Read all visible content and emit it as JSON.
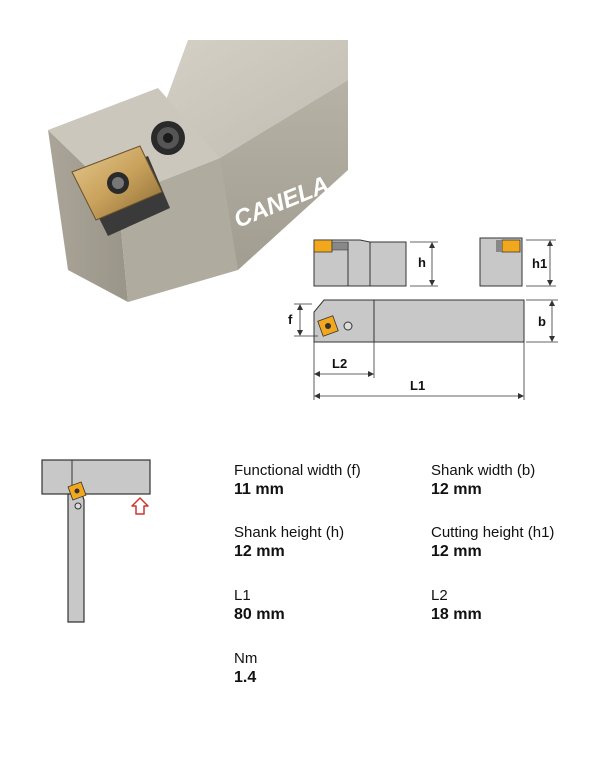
{
  "photo": {
    "brand": "CANELA"
  },
  "drawing": {
    "label_h": "h",
    "label_h1": "h1",
    "label_f": "f",
    "label_b": "b",
    "label_l2": "L2",
    "label_l1": "L1"
  },
  "specs": [
    {
      "label": "Functional width (f)",
      "value": "11 mm"
    },
    {
      "label": "Shank width (b)",
      "value": "12 mm"
    },
    {
      "label": "Shank height (h)",
      "value": "12 mm"
    },
    {
      "label": "Cutting height (h1)",
      "value": "12 mm"
    },
    {
      "label": "L1",
      "value": "80 mm"
    },
    {
      "label": "L2",
      "value": "18 mm"
    },
    {
      "label": "Nm",
      "value": "1.4"
    }
  ],
  "colors": {
    "shank": "#b8b3a7",
    "insert": "#f2a81d",
    "arrow": "#d0342c"
  }
}
